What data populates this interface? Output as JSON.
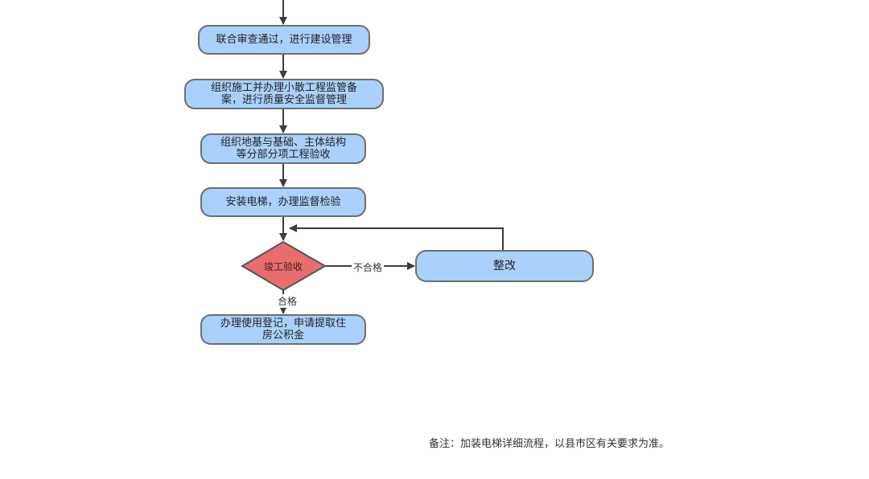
{
  "nodes": {
    "joint_review": "联合审查通过，进行建设管理",
    "construction": "组织施工并办理小散工程监管备\n案，进行质量安全监督管理",
    "acceptance_parts": "组织地基与基础、主体结构\n等分部分项工程验收",
    "install_elevator": "安装电梯，办理监督检验",
    "completion_check": "竣工验收",
    "rectify": "整改",
    "register": "办理使用登记，申请提取住\n房公积金"
  },
  "edge_labels": {
    "fail": "不合格",
    "pass": "合格"
  },
  "footnote": "备注：加装电梯详细流程，以县市区有关要求为准。",
  "colors": {
    "process_fill": "#a9d1fb",
    "decision_fill": "#e86e6e",
    "stroke": "#6e6e6e",
    "arrow": "#3c3c3c"
  }
}
